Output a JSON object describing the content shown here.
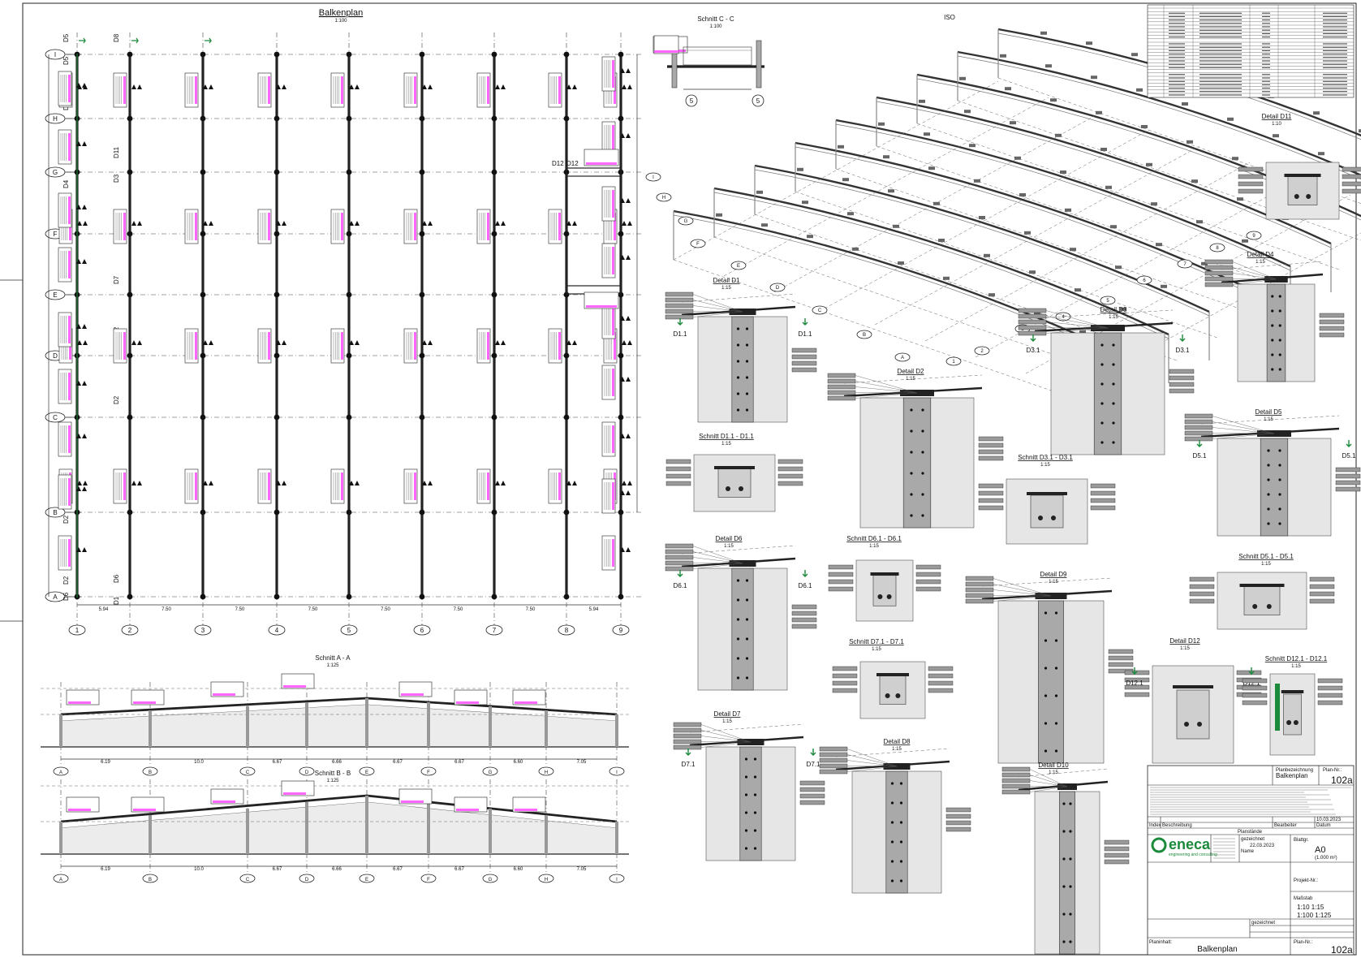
{
  "main_title": "Balkenplan",
  "main_scale": "1:100",
  "grid_rows": [
    "I",
    "H",
    "G",
    "F",
    "E",
    "D",
    "C",
    "B",
    "A"
  ],
  "grid_cols": [
    "1",
    "2",
    "3",
    "4",
    "5",
    "6",
    "7",
    "8",
    "9"
  ],
  "beam_marks": [
    "D5",
    "D5",
    "D4",
    "D9",
    "D4",
    "D4",
    "D8",
    "D11",
    "D3",
    "D7",
    "D2",
    "D2",
    "D6",
    "D1",
    "D10",
    "D12",
    "D12"
  ],
  "col_spacings": [
    "5.94",
    "7.50",
    "7.50",
    "7.50",
    "7.50",
    "7.50",
    "7.50",
    "5.94"
  ],
  "section_cc": {
    "title": "Schnitt  C - C",
    "scale": "1:100",
    "labels": [
      "5",
      "5"
    ]
  },
  "iso": {
    "title": "ISO",
    "grid_labels": [
      "A",
      "B",
      "C",
      "D",
      "E",
      "F",
      "G",
      "H",
      "I",
      "1",
      "2",
      "3",
      "4",
      "5",
      "6",
      "7",
      "8",
      "9"
    ]
  },
  "details": [
    {
      "title": "Detail D1",
      "scale": "1:15",
      "markers": [
        "D1.1",
        "D1.1"
      ]
    },
    {
      "title": "Schnitt  D1.1 - D1.1",
      "scale": "1:15"
    },
    {
      "title": "Detail D2",
      "scale": "1:15"
    },
    {
      "title": "Detail D3",
      "scale": "1:15",
      "markers": [
        "D3.1",
        "D3.1"
      ]
    },
    {
      "title": "Schnitt  D3.1 - D3.1",
      "scale": "1:15"
    },
    {
      "title": "Detail D4",
      "scale": "1:15"
    },
    {
      "title": "Detail D5",
      "scale": "1:15",
      "markers": [
        "D5.1",
        "D5.1"
      ]
    },
    {
      "title": "Schnitt  D5.1 - D5.1",
      "scale": "1:15"
    },
    {
      "title": "Detail D6",
      "scale": "1:15",
      "markers": [
        "D6.1",
        "D6.1"
      ]
    },
    {
      "title": "Schnitt  D6.1 - D6.1",
      "scale": "1:15"
    },
    {
      "title": "Schnitt  D7.1 - D7.1",
      "scale": "1:15"
    },
    {
      "title": "Detail D7",
      "scale": "1:15",
      "markers": [
        "D7.1",
        "D7.1"
      ]
    },
    {
      "title": "Detail D8",
      "scale": "1:15"
    },
    {
      "title": "Detail D9",
      "scale": "1:15"
    },
    {
      "title": "Detail D10",
      "scale": "1:15"
    },
    {
      "title": "Detail D11",
      "scale": "1:10"
    },
    {
      "title": "Detail D12",
      "scale": "1:15",
      "markers": [
        "D12.1",
        "D12.1"
      ]
    },
    {
      "title": "Schnitt  D12.1 - D12.1",
      "scale": "1:15"
    }
  ],
  "section_aa": {
    "title": "Schnitt  A - A",
    "scale": "1:125",
    "axis": [
      "A",
      "B",
      "C",
      "D",
      "E",
      "F",
      "G",
      "H",
      "I"
    ],
    "spacings": [
      "6.19",
      "10.0",
      "6.67",
      "6.66",
      "6.67",
      "6.67",
      "6.60",
      "7.05"
    ]
  },
  "section_bb": {
    "title": "Schnitt  B - B",
    "scale": "1:125",
    "axis": [
      "A",
      "B",
      "C",
      "D",
      "E",
      "F",
      "G",
      "H",
      "I"
    ],
    "spacings": [
      "6.19",
      "10.0",
      "6.67",
      "6.66",
      "6.67",
      "6.67",
      "6.60",
      "7.05"
    ]
  },
  "title_block": {
    "plan_label": "Planbezeichnung",
    "plan_name": "Balkenplan",
    "plan_no_label": "Plan-Nr.:",
    "plan_no": "102a",
    "company": "eneca",
    "company_sub": "engineering and consulting",
    "format_label": "Blattgr.",
    "format": "A0",
    "format_sub": "(1.000 m²)",
    "project_label": "Projekt-Nr.:",
    "scale_label": "Maßstab",
    "scales": [
      "1:10   1:15",
      "1:100  1:125"
    ],
    "planinhalt_label": "Planinhalt:",
    "planinhalt": "Balkenplan",
    "plan_no_bottom": "102a",
    "index_label": "Index",
    "desc_label": "Beschreibung",
    "editor_label": "Bearbeiter",
    "date_label": "Datum",
    "planstand_label": "Planstände",
    "drawn_label": "gezeichnet",
    "date_value": "22.03.2023",
    "date2_value": "10.03.2023",
    "name_label": "Name"
  },
  "colors": {
    "accent": "#1b8a3a",
    "tag_pink": "#ff66ff",
    "steel_grey": "#a9a9a9"
  }
}
